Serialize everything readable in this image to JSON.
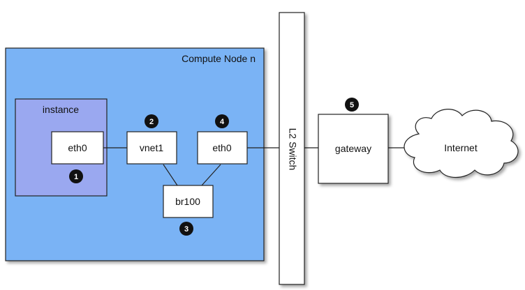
{
  "compute_node": {
    "title": "Compute Node n",
    "fill": "#7ab3f5"
  },
  "instance": {
    "title": "instance",
    "fill": "#9aa8f0"
  },
  "nodes": {
    "instance_eth0": "eth0",
    "vnet1": "vnet1",
    "node_eth0": "eth0",
    "br100": "br100",
    "gateway": "gateway",
    "internet": "Internet"
  },
  "switch": {
    "label": "L2 Switch"
  },
  "markers": [
    "1",
    "2",
    "3",
    "4",
    "5"
  ]
}
